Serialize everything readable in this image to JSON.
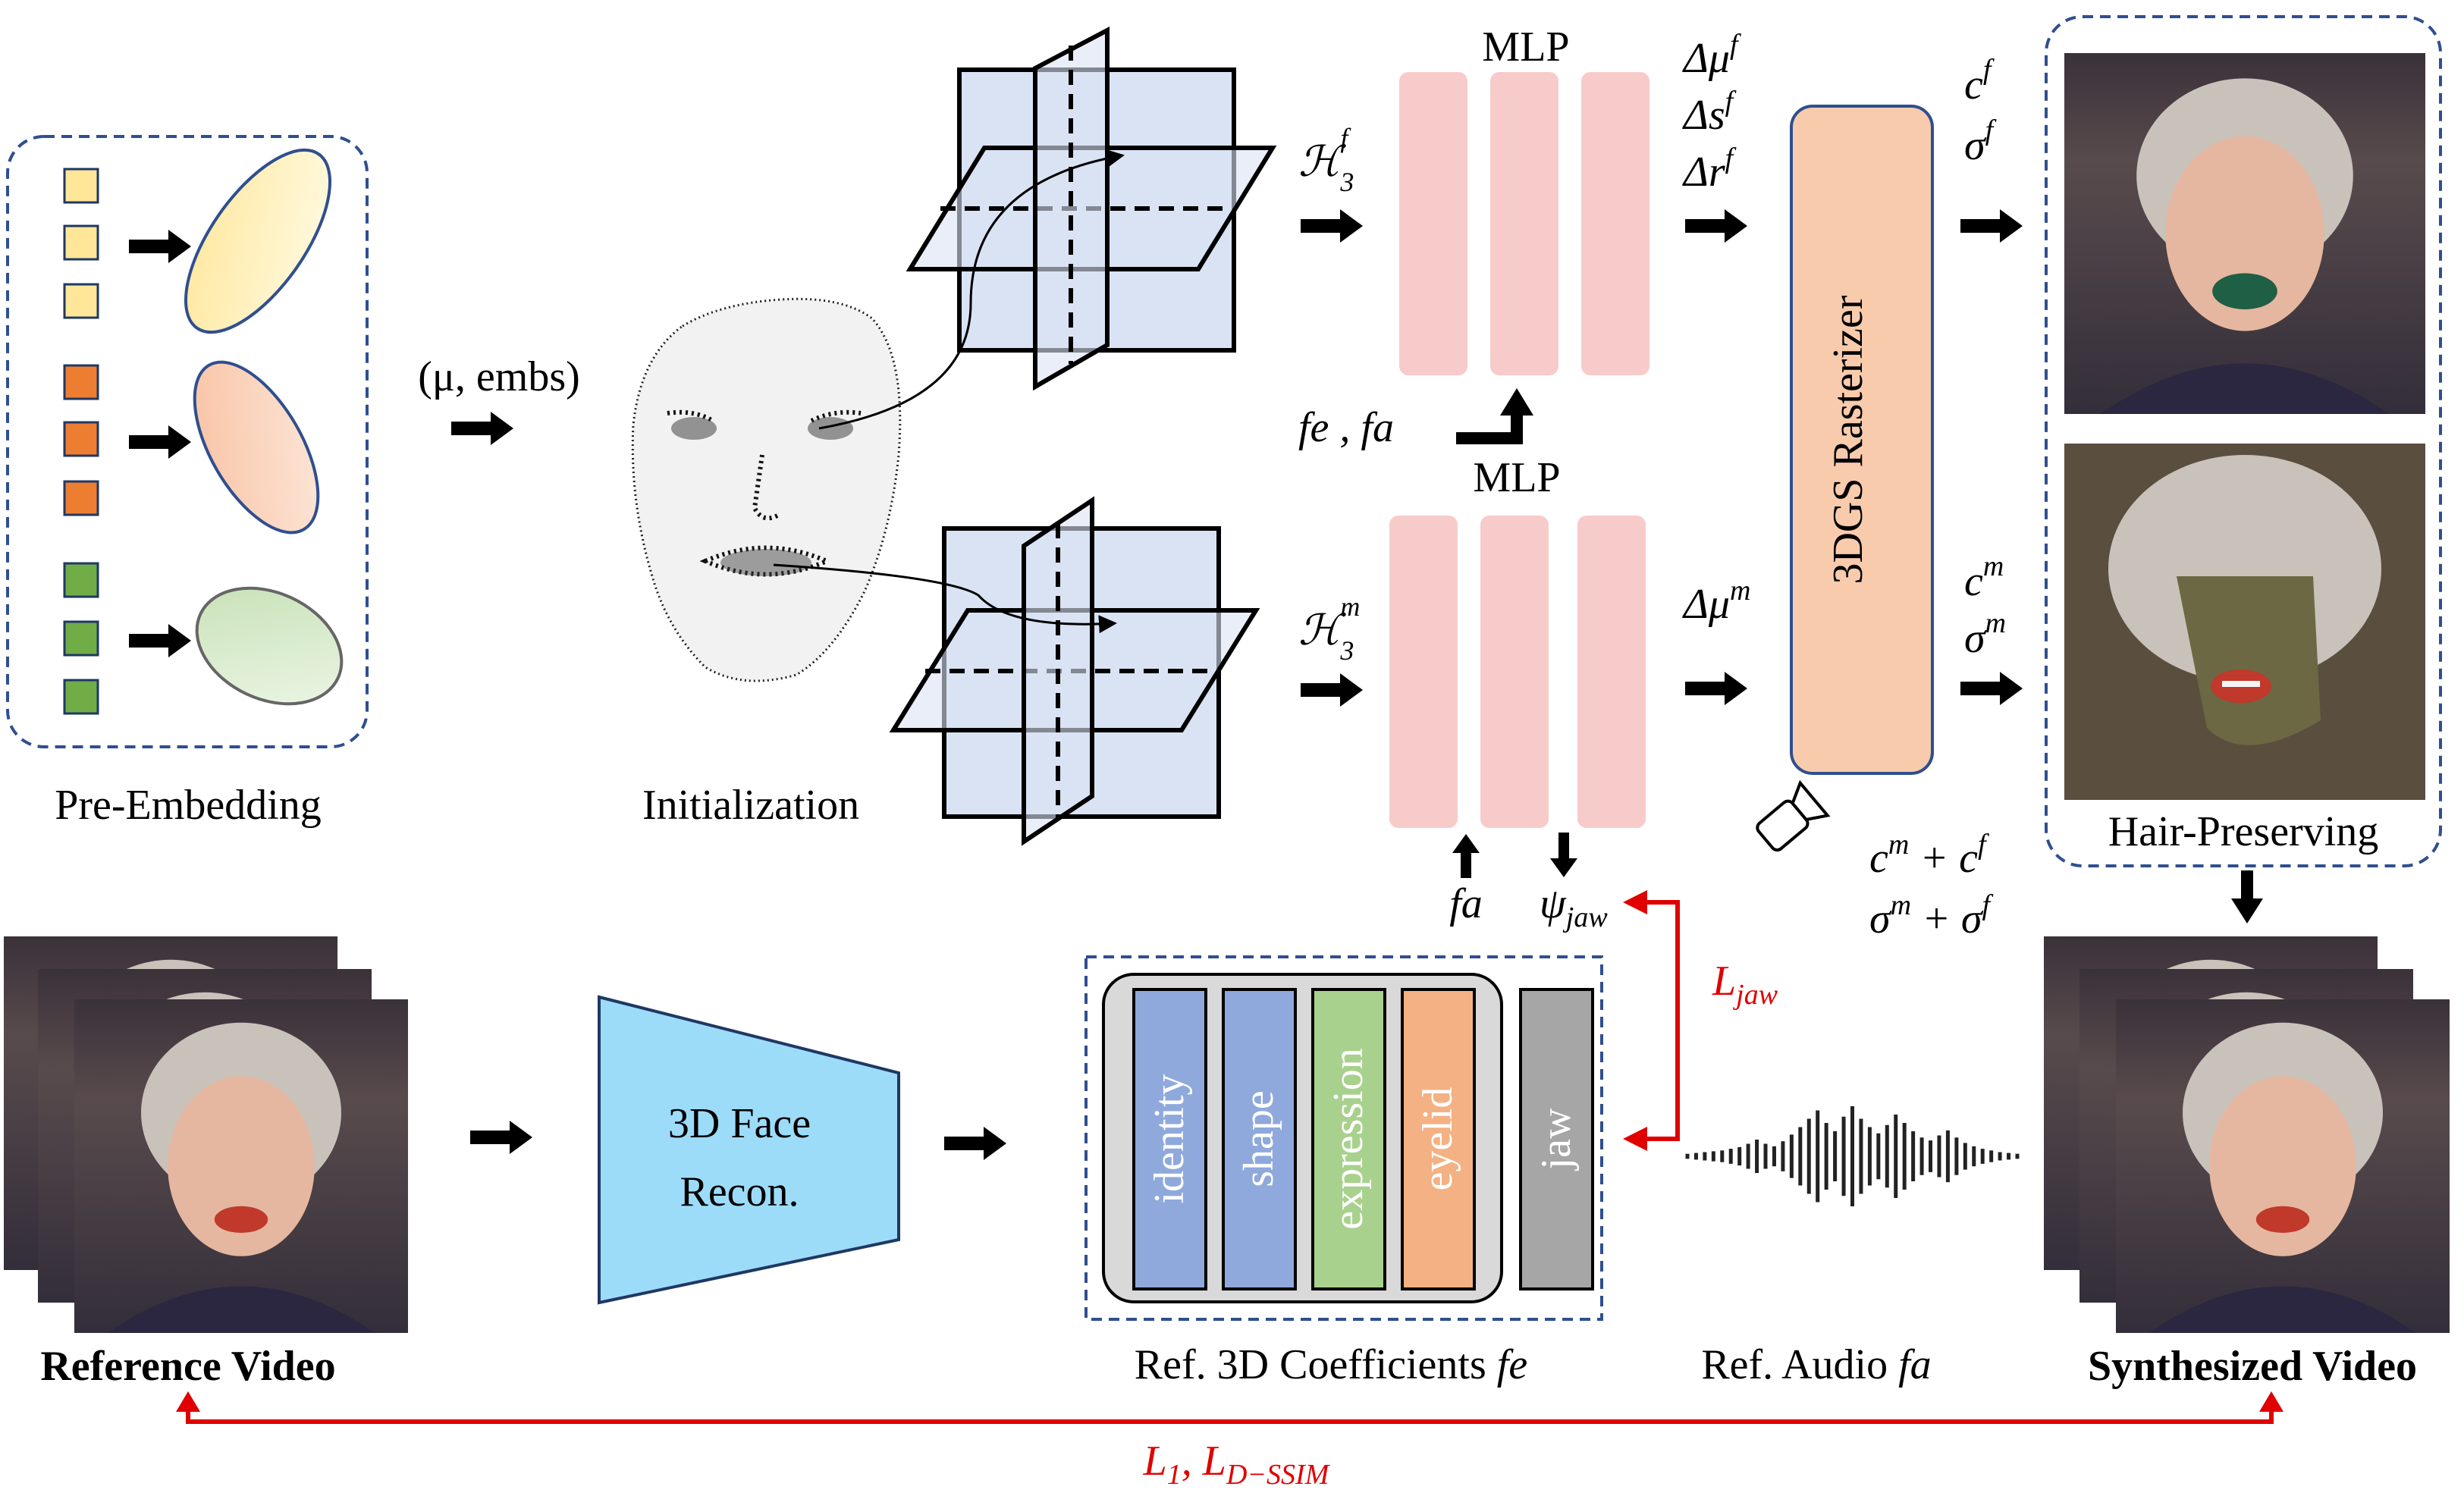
{
  "labels": {
    "pre_embedding": "Pre-Embedding",
    "initialization": "Initialization",
    "mu_embs": "(μ, embs)",
    "mlp_top": "MLP",
    "mlp_bottom": "MLP",
    "h3f_base": "ℋ",
    "h3f_sub": "3",
    "h3f_sup": "f",
    "h3m_base": "ℋ",
    "h3m_sub": "3",
    "h3m_sup": "m",
    "fe_fa": "fe , fa",
    "fa": "fa",
    "psi_base": "ψ",
    "psi_sub": "jaw",
    "delta_mu_f": "Δμ",
    "delta_s_f": "Δs",
    "delta_r_f": "Δr",
    "sup_f": "f",
    "delta_mu_m": "Δμ",
    "sup_m": "m",
    "rasterizer": "3DGS Rasterizer",
    "c_f_base": "c",
    "sigma_f_base": "σ",
    "c_m_base": "c",
    "sigma_m_base": "σ",
    "hair_preserving": "Hair-Preserving",
    "cm_plus_cf_1": "c",
    "cm_plus_cf_2": " + c",
    "sm_plus_sf_1": "σ",
    "sm_plus_sf_2": " + σ",
    "l_jaw_base": "L",
    "l_jaw_sub": "jaw",
    "face_recon_line1": "3D Face",
    "face_recon_line2": "Recon.",
    "reference_video_1": "Reference ",
    "reference_video_2": "Video",
    "synthesized_video": "Synthesized Video",
    "ref_coeffs": "Ref. 3D Coefficients ",
    "ref_coeffs_var": "fe",
    "ref_audio": "Ref. Audio ",
    "ref_audio_var": "fa",
    "loss_l1_base": "L",
    "loss_l1_sub": "1",
    "loss_sep": ", ",
    "loss_dssim_base": "L",
    "loss_dssim_sub": "D−SSIM"
  },
  "coefficients": [
    {
      "label": "identity",
      "color": "#8fa9dc"
    },
    {
      "label": "shape",
      "color": "#8fa9dc"
    },
    {
      "label": "expression",
      "color": "#a9d18e"
    },
    {
      "label": "eyelid",
      "color": "#f4b183"
    },
    {
      "label": "jaw",
      "color": "#a6a6a6"
    }
  ],
  "colors": {
    "loss_red": "#e00000",
    "dash_border": "#2f4f8f",
    "plane_fill": "#dae3f3",
    "mlp_fill": "#f8cbcb",
    "rasterizer_fill": "#f8cbad",
    "recon_fill": "#9ddcf9",
    "yellow": "#ffe699",
    "orange": "#f4b183",
    "green": "#c5e0b4"
  }
}
